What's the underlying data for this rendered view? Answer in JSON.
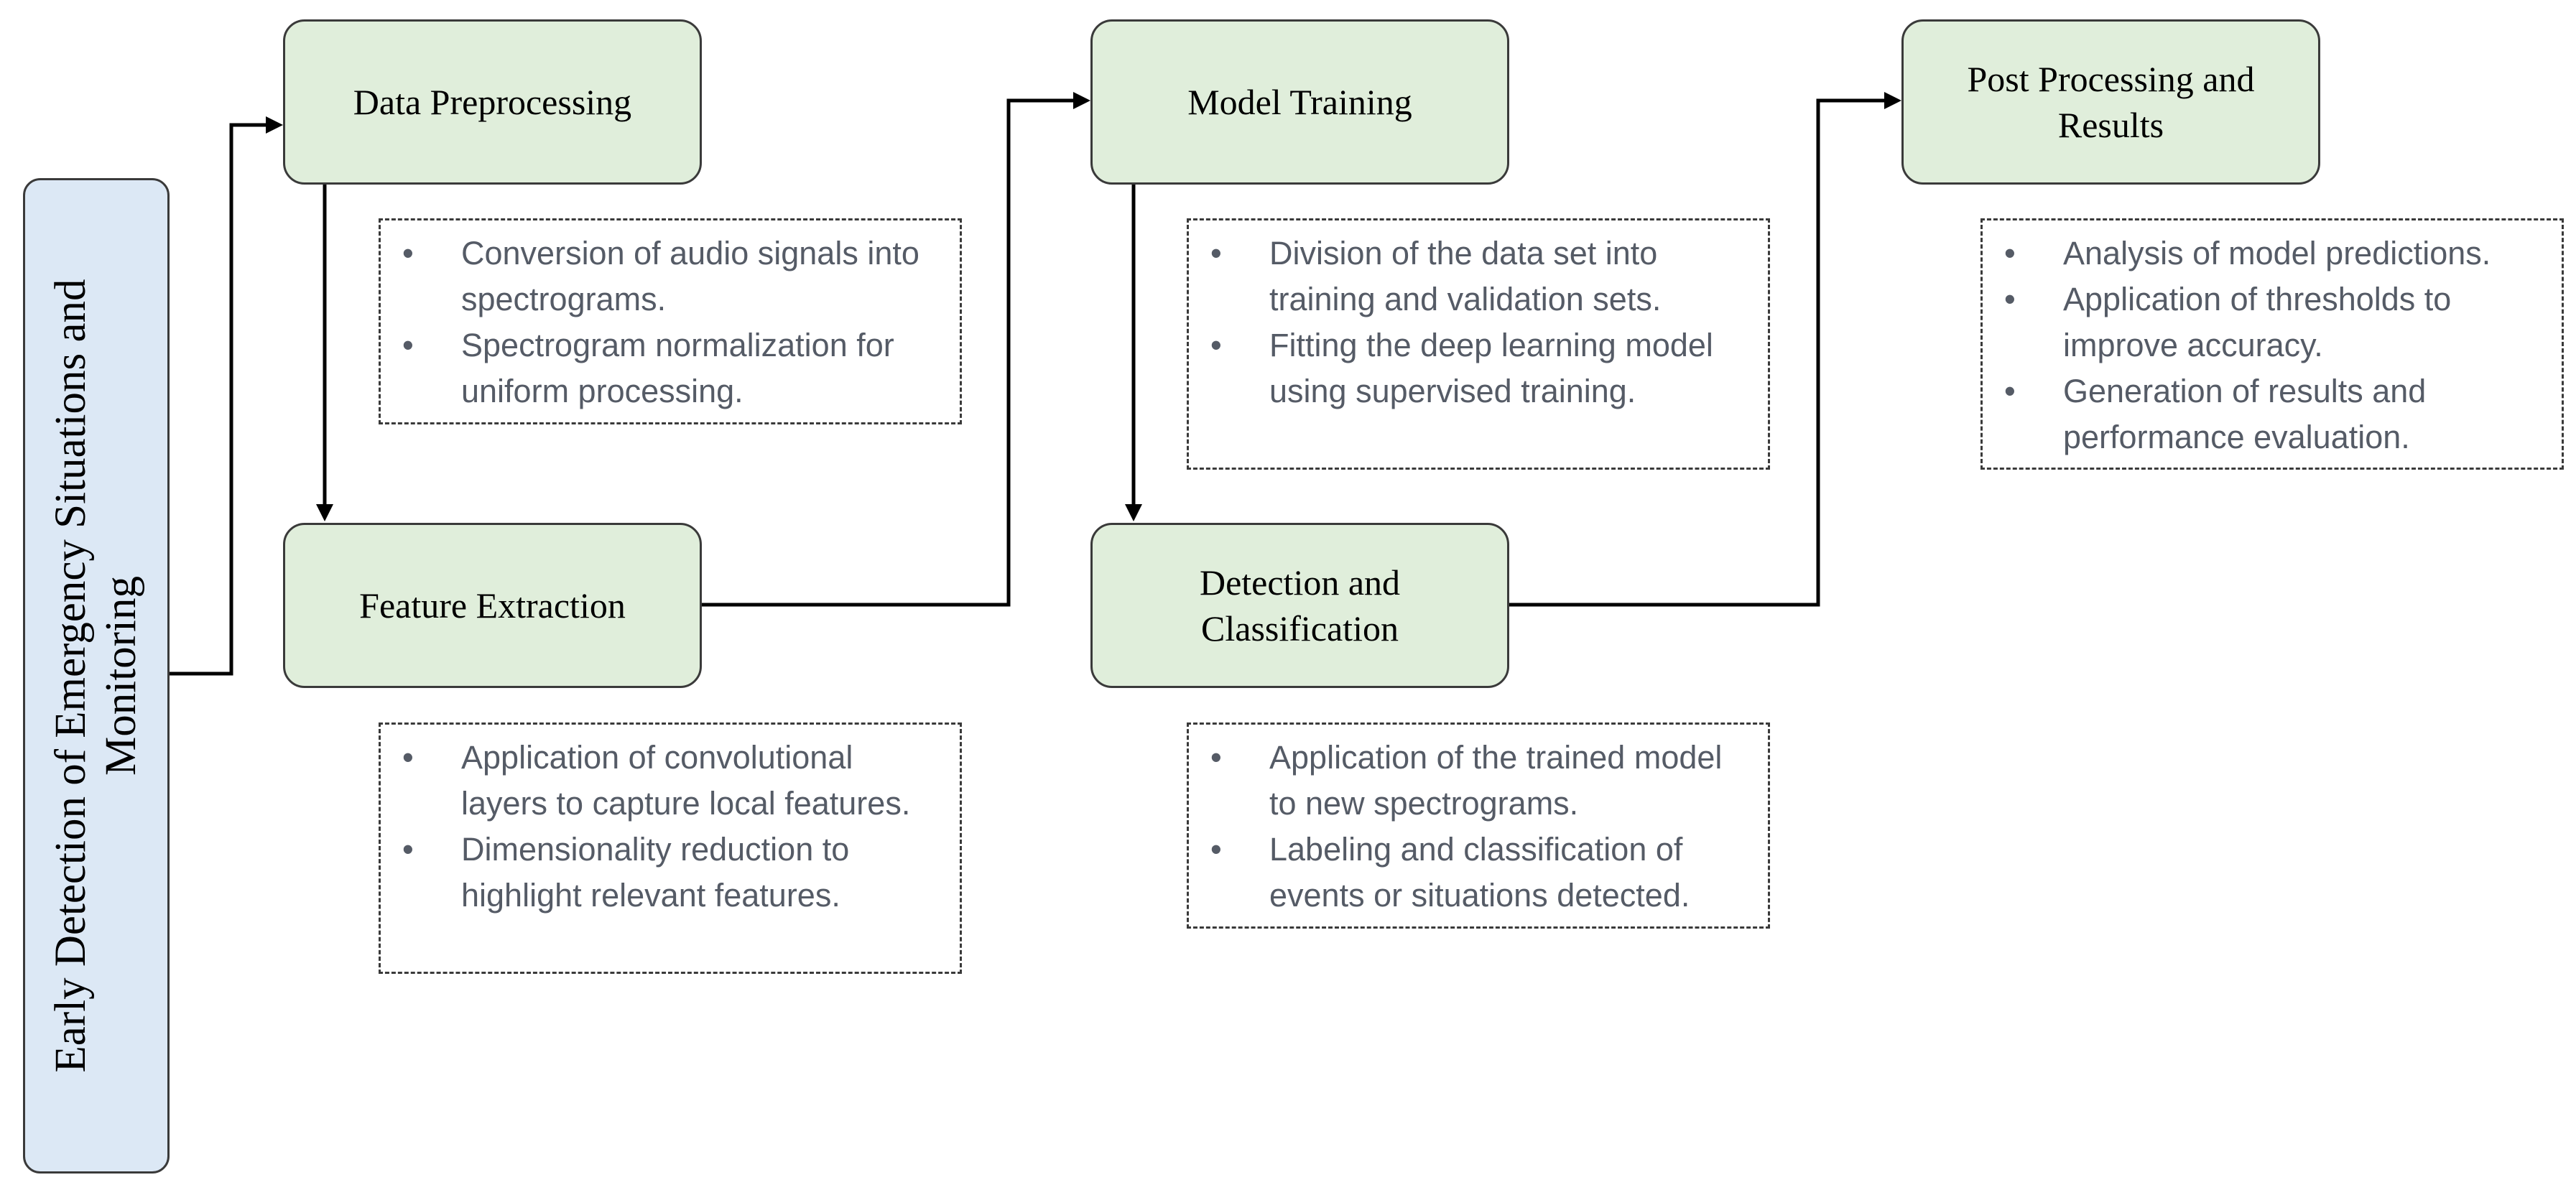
{
  "side_title": "Early Detection of Emergency Situations and Monitoring",
  "steps": {
    "data_preprocessing": {
      "label": "Data Preprocessing",
      "details": [
        "Conversion of audio signals into spectrograms.",
        "Spectrogram normalization for uniform processing."
      ]
    },
    "feature_extraction": {
      "label": "Feature Extraction",
      "details": [
        "Application of convolutional layers to capture local features.",
        "Dimensionality reduction to highlight relevant features."
      ]
    },
    "model_training": {
      "label": "Model Training",
      "details": [
        "Division of the data set into training and validation sets.",
        "Fitting the deep learning model using supervised training."
      ]
    },
    "detection_classification": {
      "label_line1": "Detection and",
      "label_line2": "Classification",
      "details": [
        "Application of the trained model to new spectrograms.",
        "Labeling and classification of events or situations detected."
      ]
    },
    "post_processing": {
      "label_line1": "Post Processing and",
      "label_line2": "Results",
      "details": [
        "Analysis of model predictions.",
        "Application of thresholds to improve accuracy.",
        "Generation of results and performance evaluation."
      ]
    }
  },
  "colors": {
    "side_fill": "#dce8f5",
    "step_fill": "#e0eedb",
    "border": "#3a3a3a",
    "detail_text": "#555b66"
  }
}
